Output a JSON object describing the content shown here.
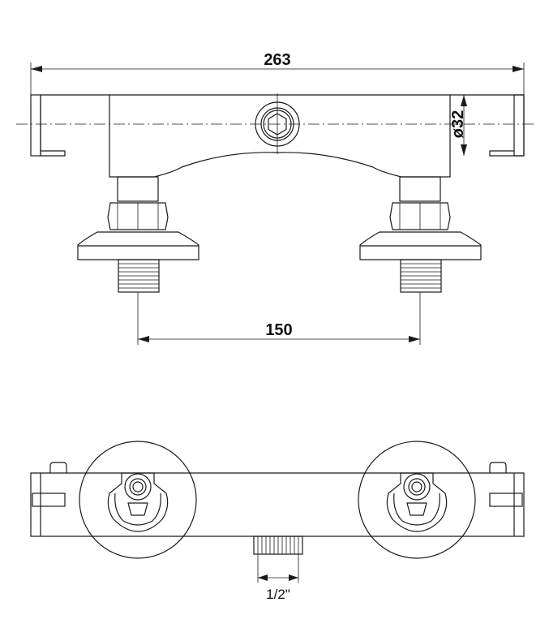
{
  "diagram": {
    "dimensions": {
      "overall_width": "263",
      "bar_diameter": "ø32",
      "inlet_spacing": "150",
      "outlet_thread": "1/2\""
    }
  }
}
